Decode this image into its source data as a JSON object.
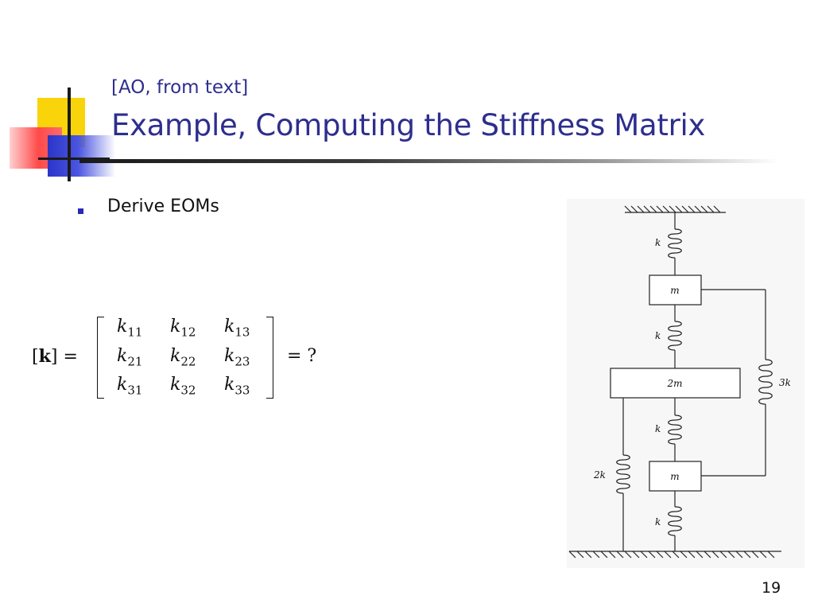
{
  "title": {
    "subtitle": "[AO, from text]",
    "main": "Example, Computing the Stiffness Matrix"
  },
  "bullets": [
    "Derive EOMs"
  ],
  "equation": {
    "lhs_open": "[",
    "lhs_symbol": "k",
    "lhs_close": "]",
    "lhs_equals": "=",
    "rows": [
      [
        {
          "base": "k",
          "sub": "11"
        },
        {
          "base": "k",
          "sub": "12"
        },
        {
          "base": "k",
          "sub": "13"
        }
      ],
      [
        {
          "base": "k",
          "sub": "21"
        },
        {
          "base": "k",
          "sub": "22"
        },
        {
          "base": "k",
          "sub": "23"
        }
      ],
      [
        {
          "base": "k",
          "sub": "31"
        },
        {
          "base": "k",
          "sub": "32"
        },
        {
          "base": "k",
          "sub": "33"
        }
      ]
    ],
    "rhs": "=  ?"
  },
  "diagram": {
    "mass_top": "m",
    "mass_middle": "2m",
    "mass_bottom": "m",
    "spring_top": "k",
    "spring_upper_middle": "k",
    "spring_lower_middle": "k",
    "spring_bottom": "k",
    "spring_right": "3k",
    "spring_left": "2k"
  },
  "page_number": "19"
}
